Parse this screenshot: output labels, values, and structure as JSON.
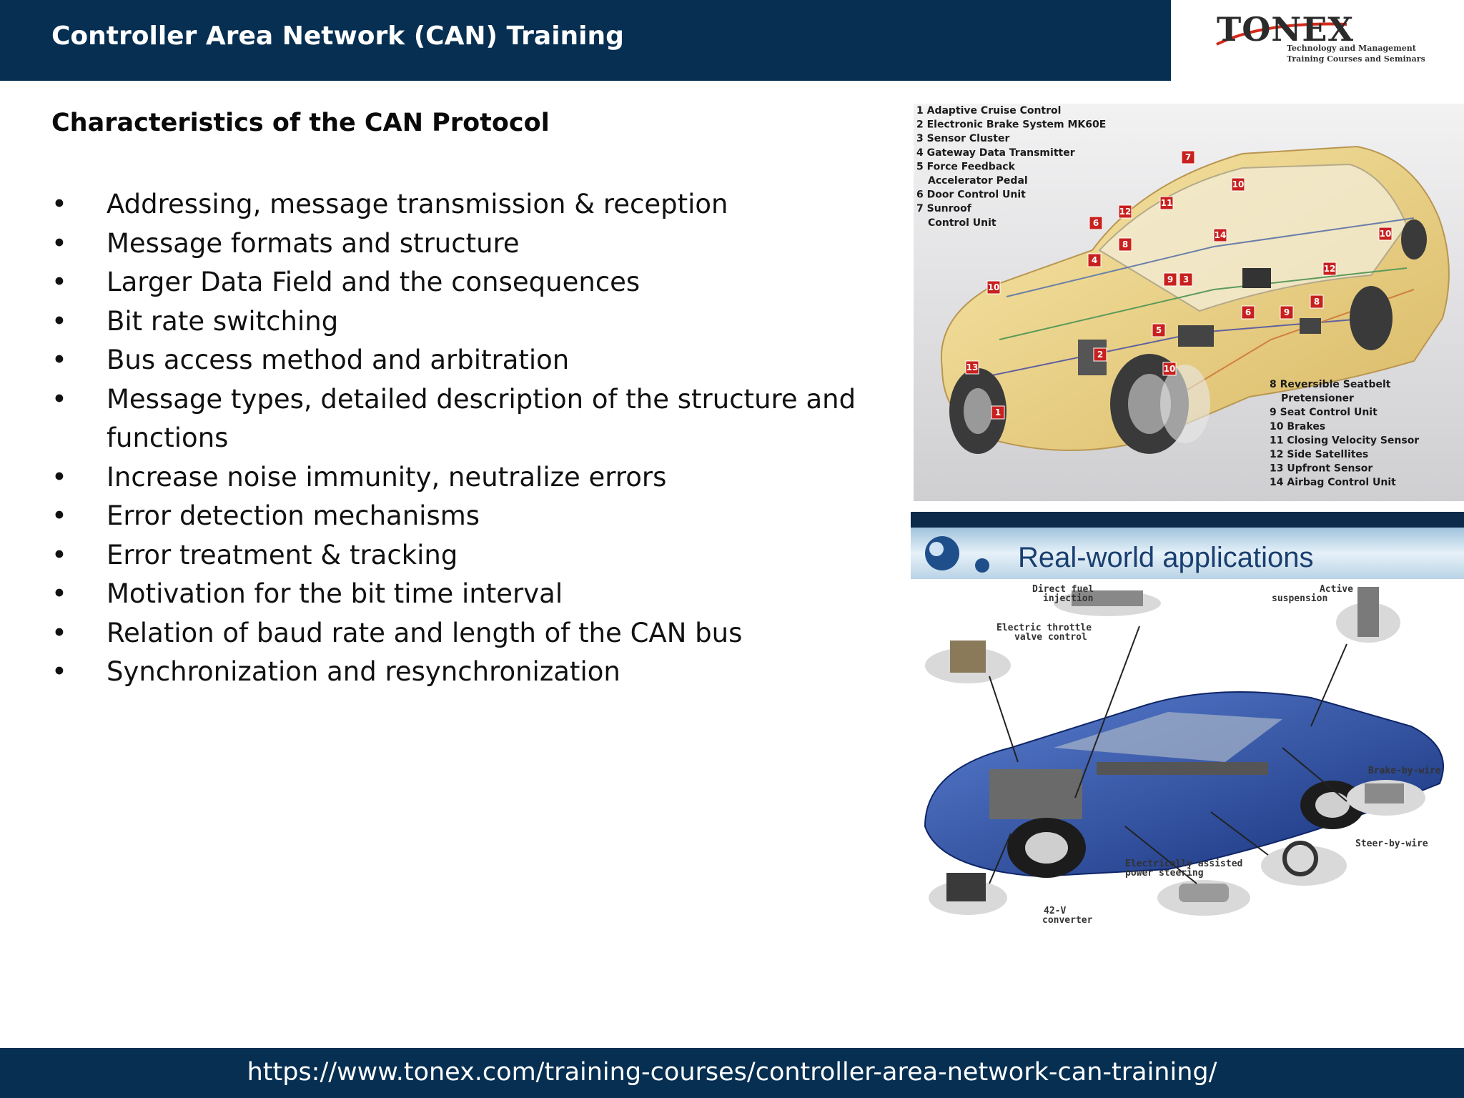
{
  "header": {
    "title": "Controller Area Network (CAN) Training"
  },
  "logo": {
    "word": "TONEX",
    "tagline_1": "Technology and Management",
    "tagline_2": "Training Courses and Seminars"
  },
  "section": {
    "title": "Characteristics of the CAN Protocol"
  },
  "bullet_symbol": "•",
  "bullets": [
    "Addressing, message transmission & reception",
    "Message formats and structure",
    "Larger Data Field and the consequences",
    "Bit rate switching",
    "Bus access method and arbitration",
    "Message types, detailed description of the structure and functions",
    "Increase noise immunity, neutralize errors",
    "Error detection mechanisms",
    "Error treatment & tracking",
    "Motivation for the bit time interval",
    "Relation of baud rate and length of the CAN bus",
    "Synchronization and resynchronization"
  ],
  "car_diagram": {
    "legend_top": [
      "1 Adaptive Cruise Control",
      "2 Electronic Brake System MK60E",
      "3 Sensor Cluster",
      "4 Gateway Data Transmitter",
      "5 Force Feedback",
      "Accelerator Pedal",
      "6 Door Control Unit",
      "7 Sunroof",
      "Control Unit"
    ],
    "legend_bottom": [
      "8 Reversible Seatbelt",
      "Pretensioner",
      "9 Seat Control Unit",
      "10 Brakes",
      "11 Closing Velocity Sensor",
      "12 Side Satellites",
      "13 Upfront Sensor",
      "14 Airbag Control Unit"
    ],
    "tags": [
      "7",
      "10",
      "12",
      "11",
      "6",
      "14",
      "10",
      "4",
      "8",
      "9",
      "3",
      "12",
      "10",
      "9",
      "6",
      "8",
      "5",
      "2",
      "10",
      "13",
      "1"
    ]
  },
  "applications": {
    "title": "Real-world applications",
    "labels": {
      "fuel_1": "Direct fuel",
      "fuel_2": "injection",
      "susp_1": "Active",
      "susp_2": "suspension",
      "throttle_1": "Electric throttle",
      "throttle_2": "valve control",
      "brake": "Brake-by-wire",
      "steer": "Steer-by-wire",
      "eps_1": "Electrically assisted",
      "eps_2": "power steering",
      "conv_1": "42-V",
      "conv_2": "converter"
    }
  },
  "footer": {
    "url": "https://www.tonex.com/training-courses/controller-area-network-can-training/"
  },
  "colors": {
    "navy": "#062f52",
    "tag_red": "#c8201e",
    "car_yellow": "#f0d98a",
    "car_blue": "#2a4fa8"
  }
}
